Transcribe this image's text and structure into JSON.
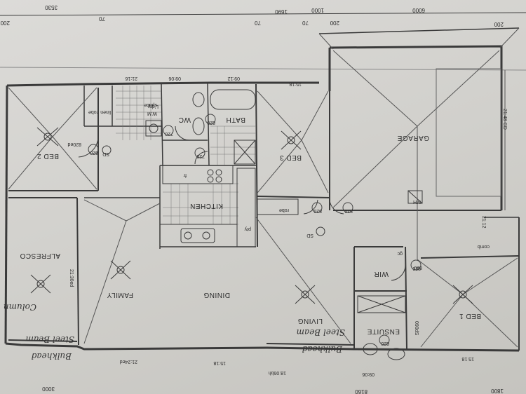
{
  "rooms": {
    "bed1": "BED 1",
    "bed2": "BED 2",
    "bed3": "BED 3",
    "garage": "GARAGE",
    "kitchen": "KITCHEN",
    "family": "FAMILY",
    "dining": "DINING",
    "living": "LIVING",
    "alfresco": "ALFRESCO",
    "ensuite": "ENSUITE",
    "wir": "WIR",
    "bath": "BATH",
    "wc": "WC",
    "laundry": "L'dry",
    "wm": "W.M",
    "space": "space",
    "linen": "linen",
    "robe_top": "robe",
    "robe_mid": "robe",
    "pty": "pty",
    "fr": "fr",
    "comb": "comb",
    "mh": "MH",
    "sd_left": "SD",
    "sd_right": "SD",
    "gc": "gc"
  },
  "ceiling_heights": {
    "bath_top": "21:16",
    "wc_top": "09:06",
    "bath_right": "09:12",
    "bed3_top": "15:18",
    "garage_side": "21:48 GD",
    "ensuite_side": "21:12",
    "alfresco_side": "21:30ed",
    "bed2_door": "820ed",
    "ensuite_door": "820",
    "bottom_a": "21:24ed",
    "bottom_b": "15:18",
    "bottom_c": "18:06bh",
    "bottom_d": "09:06",
    "bottom_e": "15:18",
    "ensuite_window": "090dS"
  },
  "door_widths": [
    "820",
    "720",
    "720",
    "820",
    "820",
    "820",
    "820",
    "820"
  ],
  "top_dims": [
    "200",
    "70",
    "3530",
    "70",
    "1690",
    "1000",
    "70",
    "200",
    "6000",
    "200"
  ],
  "bottom_dims": [
    "3000",
    "8160",
    "1800"
  ],
  "handwritten": {
    "steel_beam_left": "Steel Beam",
    "bulkhead_left": "Bulkhead",
    "column": "Column",
    "steel_beam_right": "Steel Beam",
    "bulkhead_right": "Bulkhead"
  }
}
